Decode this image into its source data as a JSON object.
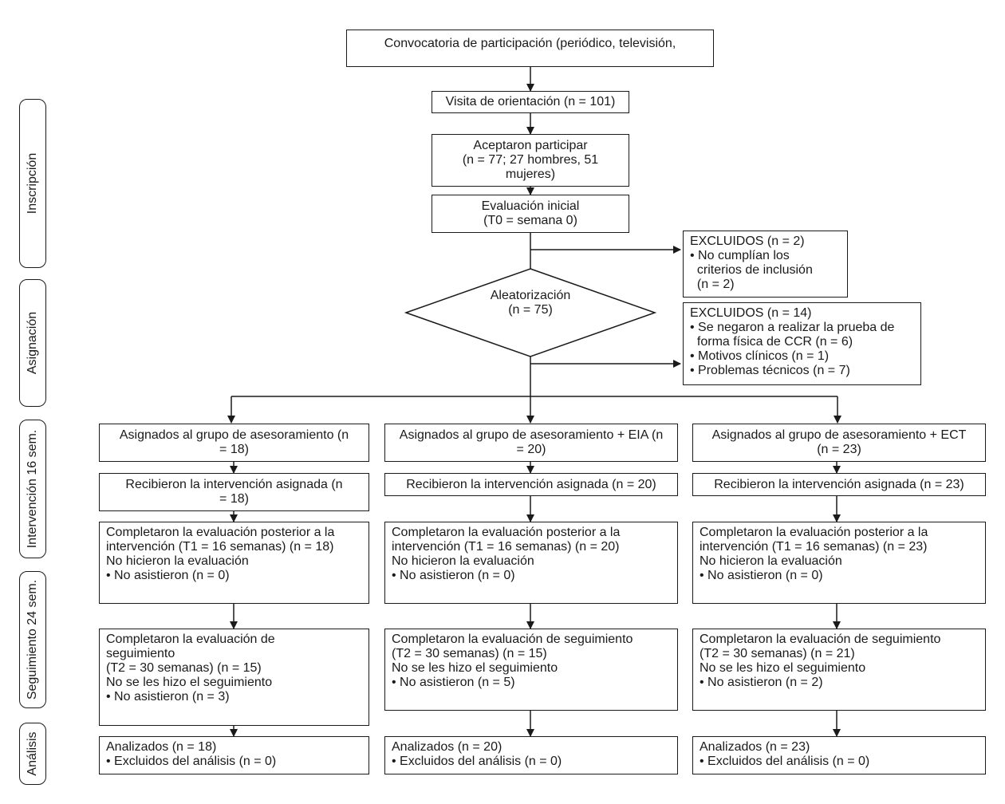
{
  "stages": {
    "inscripcion": "Inscripción",
    "asignacion": "Asignación",
    "intervencion": "Intervención 16 sem.",
    "seguimiento": "Seguimiento 24 sem.",
    "analisis": "Análisis"
  },
  "top": {
    "convocatoria": "Convocatoria de participación (periódico, televisión,",
    "visita": "Visita de orientación (n = 101)",
    "aceptaron": [
      "Aceptaron participar",
      "(n = 77; 27 hombres, 51",
      "mujeres)"
    ],
    "evaluacion_inicial": [
      "Evaluación inicial",
      "(T0 = semana 0)"
    ],
    "aleatorizacion": [
      "Aleatorización",
      "(n = 75)"
    ]
  },
  "excluded": {
    "first": [
      "EXCLUIDOS (n = 2)",
      "• No cumplían los",
      "  criterios de inclusión",
      "  (n = 2)"
    ],
    "second": [
      "EXCLUIDOS (n = 14)",
      "• Se negaron a realizar la prueba de",
      "  forma física de CCR (n = 6)",
      "• Motivos clínicos (n = 1)",
      "• Problemas técnicos (n = 7)"
    ]
  },
  "groups": [
    {
      "asignados": [
        "Asignados al grupo de asesoramiento (n",
        "= 18)"
      ],
      "recibieron": [
        "Recibieron la intervención asignada (n",
        "= 18)"
      ],
      "completaron_t1": [
        "Completaron la evaluación posterior a la",
        "intervención (T1 = 16 semanas) (n = 18)"
      ],
      "no_evaluacion": [
        "No hicieron la evaluación",
        "• No asistieron (n = 0)"
      ],
      "completaron_t2": [
        "Completaron la evaluación de",
        "seguimiento",
        "(T2 = 30 semanas) (n = 15)"
      ],
      "no_seguimiento": [
        "No se les hizo el seguimiento",
        "• No asistieron (n = 3)"
      ],
      "analizados": [
        "Analizados (n = 18)",
        "• Excluidos del análisis (n = 0)"
      ]
    },
    {
      "asignados": [
        "Asignados al grupo de asesoramiento + EIA (n",
        "= 20)"
      ],
      "recibieron": [
        "Recibieron la intervención asignada (n = 20)"
      ],
      "completaron_t1": [
        "Completaron la evaluación posterior a la",
        "intervención (T1 = 16 semanas) (n = 20)"
      ],
      "no_evaluacion": [
        "No hicieron la evaluación",
        "• No asistieron (n = 0)"
      ],
      "completaron_t2": [
        "Completaron la evaluación de seguimiento",
        "(T2 = 30 semanas) (n = 15)"
      ],
      "no_seguimiento": [
        "No se les hizo el seguimiento",
        "• No asistieron (n = 5)"
      ],
      "analizados": [
        "Analizados (n = 20)",
        "• Excluidos del análisis (n = 0)"
      ]
    },
    {
      "asignados": [
        "Asignados al grupo de asesoramiento + ECT",
        "(n = 23)"
      ],
      "recibieron": [
        "Recibieron la intervención asignada (n = 23)"
      ],
      "completaron_t1": [
        "Completaron la evaluación posterior a la",
        "intervención (T1 = 16 semanas) (n = 23)"
      ],
      "no_evaluacion": [
        "No hicieron la evaluación",
        "• No asistieron (n = 0)"
      ],
      "completaron_t2": [
        "Completaron la evaluación de seguimiento",
        "(T2 = 30 semanas) (n = 21)"
      ],
      "no_seguimiento": [
        "No se les hizo el seguimiento",
        "• No asistieron (n = 2)"
      ],
      "analizados": [
        "Analizados (n = 23)",
        "• Excluidos del análisis (n = 0)"
      ]
    }
  ]
}
